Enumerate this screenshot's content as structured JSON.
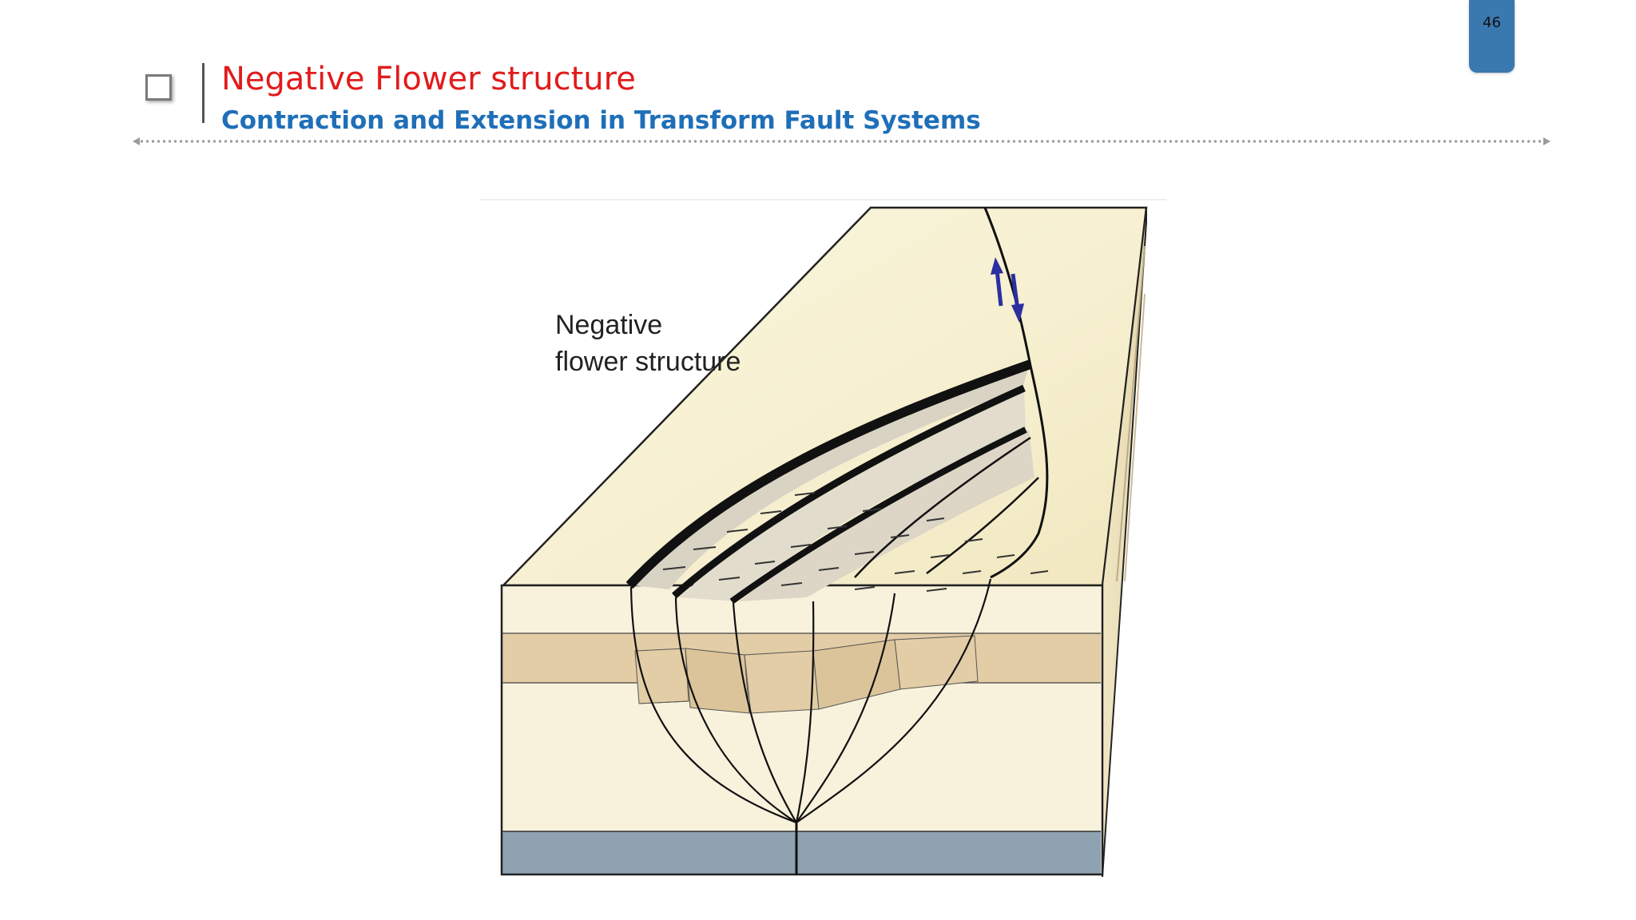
{
  "slide": {
    "page_number": "46",
    "title": "Negative Flower structure",
    "subtitle": "Contraction and Extension in Transform Fault Systems"
  },
  "figure": {
    "label_line1": "Negative",
    "label_line2": "flower structure"
  },
  "colors": {
    "title": "#e21b1b",
    "subtitle": "#1f6fb8",
    "badge": "#3a78b0",
    "block_top": "#f8f2d8",
    "sand_band": "#e3cda6",
    "basement": "#8ea2b2",
    "arrows": "#2b2fa0"
  }
}
